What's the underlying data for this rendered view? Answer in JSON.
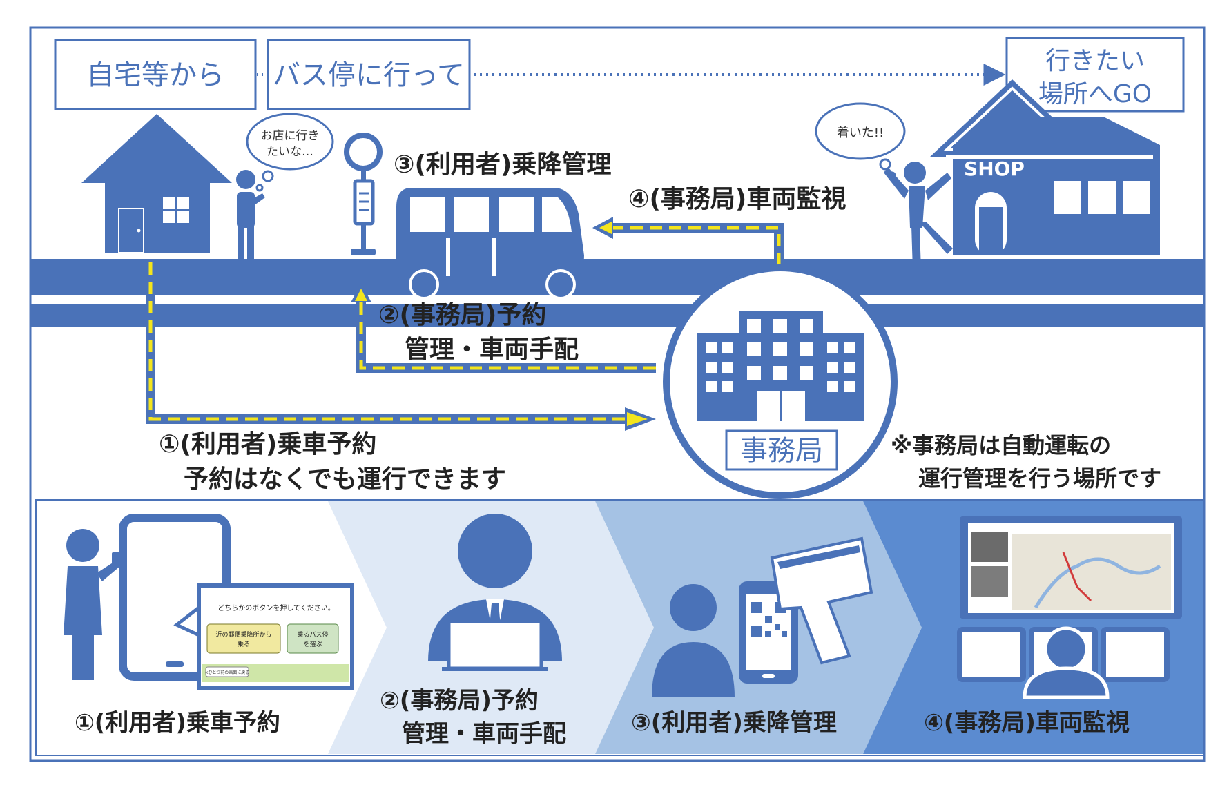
{
  "top": {
    "box_home": "自宅等から",
    "box_busstop": "バス停に行って",
    "box_destination_line1": "行きたい",
    "box_destination_line2": "場所へGO",
    "bubble_user_line1": "お店に行き",
    "bubble_user_line2": "たいな…",
    "bubble_arrived": "着いた!!",
    "shop_sign": "SHOP",
    "label_step3": "③(利用者)乗降管理",
    "label_step4": "④(事務局)車両監視",
    "label_step2_line1": "②(事務局)予約",
    "label_step2_line2": "管理・車両手配",
    "label_step1_line1": "①(利用者)乗車予約",
    "label_step1_line2": "予約はなくでも運行できます",
    "office_label": "事務局",
    "note_line1": "※事務局は自動運転の",
    "note_line2": "運行管理を行う場所です"
  },
  "bottom": {
    "step1": "①(利用者)乗車予約",
    "step2_line1": "②(事務局)予約",
    "step2_line2": "管理・車両手配",
    "step3": "③(利用者)乗降管理",
    "step4": "④(事務局)車両監視",
    "app_prompt": "どちらかのボタンを押してください。",
    "app_button1_line1": "近の郵便乗降所から",
    "app_button1_line2": "乗る",
    "app_button2_line1": "乗るバス停",
    "app_button2_line2": "を選ぶ",
    "app_footer": "<ひとつ前の画面に戻る"
  },
  "colors": {
    "primary_blue": "#4a72b8",
    "arrow_yellow": "#f4e51c",
    "panel_light": "#dfe9f6",
    "panel_mid": "#a5c2e4",
    "panel_dark": "#5b8bd0"
  }
}
